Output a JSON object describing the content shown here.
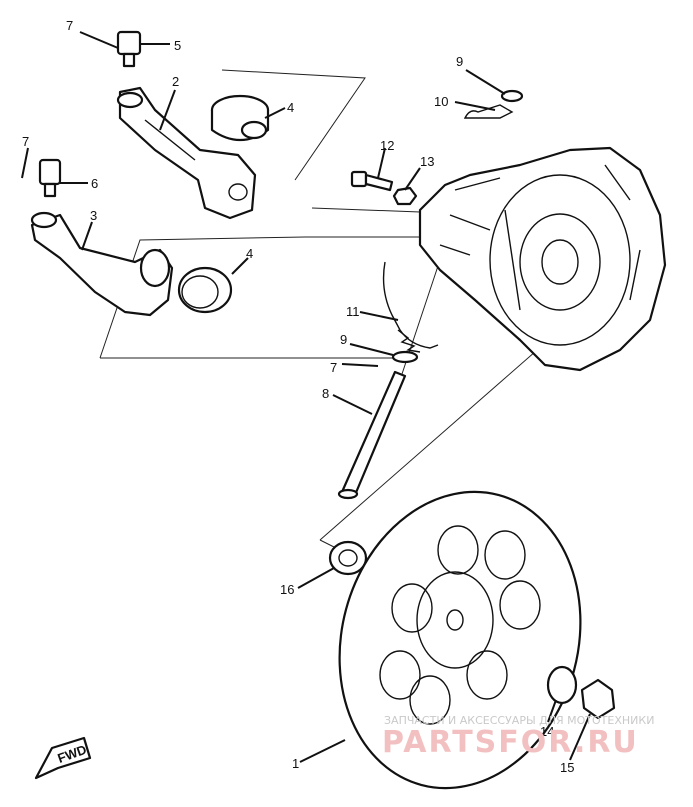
{
  "callouts": {
    "c1": "1",
    "c2": "2",
    "c3": "3",
    "c4a": "4",
    "c4b": "4",
    "c5": "5",
    "c6": "6",
    "c7a": "7",
    "c7b": "7",
    "c7c": "7",
    "c8": "8",
    "c9a": "9",
    "c9b": "9",
    "c10": "10",
    "c11": "11",
    "c12": "12",
    "c13": "13",
    "c14": "14",
    "c15": "15",
    "c16": "16"
  },
  "fwd_label": "FWD",
  "watermark": {
    "subtitle": "ЗАПЧАСТИ И АКСЕССУАРЫ ДЛЯ МОТОТЕХНИКИ",
    "brand": "PARTSFOR.RU"
  },
  "colors": {
    "line": "#111111",
    "background": "#ffffff",
    "watermark": "#f2c0c0"
  }
}
